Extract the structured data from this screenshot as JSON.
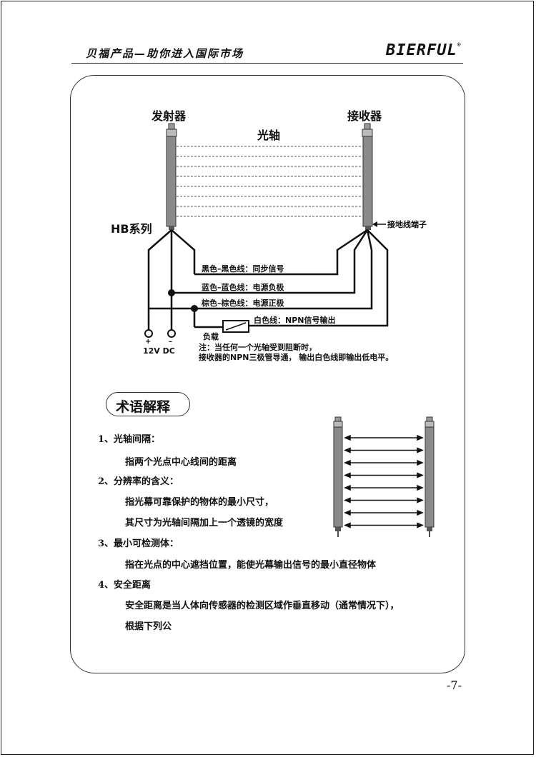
{
  "header": {
    "slogan": "贝福产品—助你进入国际市场",
    "brand": "BIERFUL",
    "brand_mark": "®"
  },
  "diagram": {
    "emitter_label": "发射器",
    "receiver_label": "接收器",
    "optical_axis_label": "光轴",
    "series_label": "HB系列",
    "ground_terminal_label": "接地线端子",
    "wire_black": "黑色–黑色线：同步信号",
    "wire_blue": "蓝色–蓝色线：电源负极",
    "wire_brown": "棕色–棕色线：电源正极",
    "wire_white": "白色线：NPN信号输出",
    "load_label": "负载",
    "plus_sign": "+",
    "minus_sign": "–",
    "supply_label": "12V DC",
    "note_line1": "注：当任何一个光轴受到阻断时，",
    "note_line2": "接收器的NPN三极管导通，  输出白色线即输出低电平。"
  },
  "terms": {
    "title": "术语解释",
    "items": [
      {
        "heading": "1、光轴间隔：",
        "lines": [
          "指两个光点中心线间的距离"
        ]
      },
      {
        "heading": "2、分辨率的含义：",
        "lines": [
          "指光幕可靠保护的物体的最小尺寸，",
          "其尺寸为光轴间隔加上一个透镜的宽度"
        ]
      },
      {
        "heading": "3、最小可检测体：",
        "lines": [
          "指在光点的中心遮挡位置，能使光幕输出信号的最小直径物体"
        ]
      },
      {
        "heading": "4、安全距离",
        "lines": [
          "安全距离是当人体向传感器的检测区域作垂直移动（通常情况下），",
          "根据下列公"
        ]
      }
    ]
  },
  "footer": {
    "page_number": "-7-"
  },
  "colors": {
    "ink": "#111111",
    "bar": "#8a8a8a",
    "bar_dark": "#555555"
  }
}
